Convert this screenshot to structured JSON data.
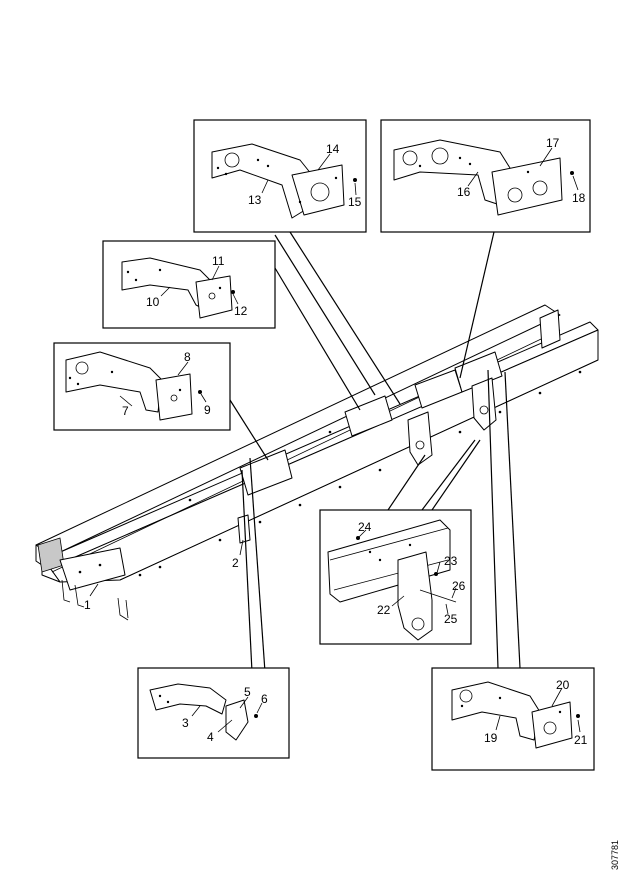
{
  "diagram": {
    "reference_number": "307781",
    "callouts": [
      {
        "id": "1",
        "label": "1"
      },
      {
        "id": "2",
        "label": "2"
      },
      {
        "id": "3",
        "label": "3"
      },
      {
        "id": "4",
        "label": "4"
      },
      {
        "id": "5",
        "label": "5"
      },
      {
        "id": "6",
        "label": "6"
      },
      {
        "id": "7",
        "label": "7"
      },
      {
        "id": "8",
        "label": "8"
      },
      {
        "id": "9",
        "label": "9"
      },
      {
        "id": "10",
        "label": "10"
      },
      {
        "id": "11",
        "label": "11"
      },
      {
        "id": "12",
        "label": "12"
      },
      {
        "id": "13",
        "label": "13"
      },
      {
        "id": "14",
        "label": "14"
      },
      {
        "id": "15",
        "label": "15"
      },
      {
        "id": "16",
        "label": "16"
      },
      {
        "id": "17",
        "label": "17"
      },
      {
        "id": "18",
        "label": "18"
      },
      {
        "id": "19",
        "label": "19"
      },
      {
        "id": "20",
        "label": "20"
      },
      {
        "id": "21",
        "label": "21"
      },
      {
        "id": "22",
        "label": "22"
      },
      {
        "id": "23",
        "label": "23"
      },
      {
        "id": "24",
        "label": "24"
      },
      {
        "id": "25",
        "label": "25"
      },
      {
        "id": "26",
        "label": "26"
      }
    ]
  }
}
